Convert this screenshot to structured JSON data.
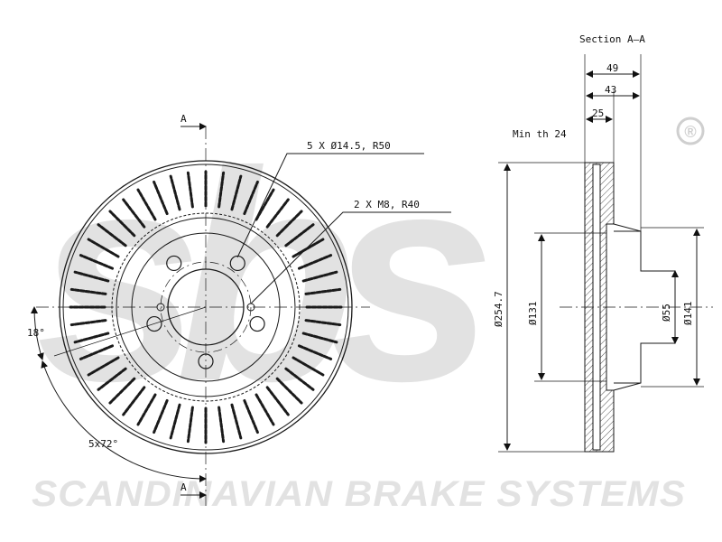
{
  "watermark": {
    "logo_text": "sbs",
    "registered_mark": "®",
    "company_name": "SCANDINAVIAN BRAKE SYSTEMS"
  },
  "front_view": {
    "section_marker_top": "A",
    "section_marker_bottom": "A",
    "callout_bolt_holes": "5 X Ø14.5, R50",
    "callout_threads": "2 X M8, R40",
    "angle_label": "18°",
    "pattern_label": "5x72°"
  },
  "section_view": {
    "title": "Section A–A",
    "min_thickness": "Min th 24",
    "dim_49": "49",
    "dim_43": "43",
    "dim_25": "25",
    "dia_outer": "Ø254.7",
    "dia_131": "Ø131",
    "dia_55": "Ø55",
    "dia_141": "Ø141"
  },
  "colors": {
    "line": "#1a1a1a",
    "watermark": "#e2e2e2",
    "hatch": "#555555"
  }
}
